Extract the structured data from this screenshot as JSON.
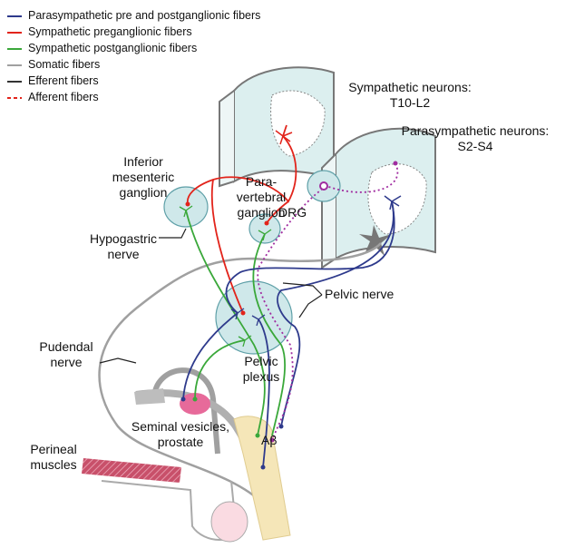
{
  "legend": [
    {
      "label": "Parasympathetic pre and postganglionic fibers",
      "color": "#2e3a8c",
      "style": "solid"
    },
    {
      "label": "Sympathetic preganglionic fibers",
      "color": "#e2241b",
      "style": "solid"
    },
    {
      "label": "Sympathetic postganglionic fibers",
      "color": "#3aa83a",
      "style": "solid"
    },
    {
      "label": "Somatic fibers",
      "color": "#a0a0a0",
      "style": "solid"
    },
    {
      "label": "Efferent fibers",
      "color": "#333333",
      "style": "solid"
    },
    {
      "label": "Afferent fibers",
      "color": "#e2241b",
      "style": "dashed"
    }
  ],
  "labels": {
    "sympathetic_neurons_line1": "Sympathetic neurons:",
    "sympathetic_neurons_line2": "T10-L2",
    "parasympathetic_neurons_line1": "Parasympathetic neurons:",
    "parasympathetic_neurons_line2": "S2-S4",
    "inferior_mesenteric_line1": "Inferior",
    "inferior_mesenteric_line2": "mesenteric",
    "inferior_mesenteric_line3": "ganglion",
    "paravertebral_line1": "Para-",
    "paravertebral_line2": "vertebral",
    "paravertebral_line3": "ganglion",
    "drg": "DRG",
    "hypogastric_line1": "Hypogastric",
    "hypogastric_line2": "nerve",
    "pelvic_nerve": "Pelvic nerve",
    "pudendal_line1": "Pudendal",
    "pudendal_line2": "nerve",
    "pelvic_plexus_line1": "Pelvic",
    "pelvic_plexus_line2": "plexus",
    "seminal_line1": "Seminal vesicles,",
    "seminal_line2": "prostate",
    "abeta": "Aβ",
    "perineal_line1": "Perineal",
    "perineal_line2": "muscles"
  },
  "colors": {
    "parasympathetic": "#2e3a8c",
    "sympathetic_pre": "#e2241b",
    "sympathetic_post": "#3aa83a",
    "somatic": "#a0a0a0",
    "afferent_purple": "#a02ca0",
    "ganglion_fill": "#cfe8ea",
    "spinal_fill": "#dcefef",
    "penis_fill": "#f5e6b8",
    "prostate_fill": "#e76a9a",
    "muscle_fill": "#c8506a",
    "testis_fill": "#fadbe2"
  }
}
